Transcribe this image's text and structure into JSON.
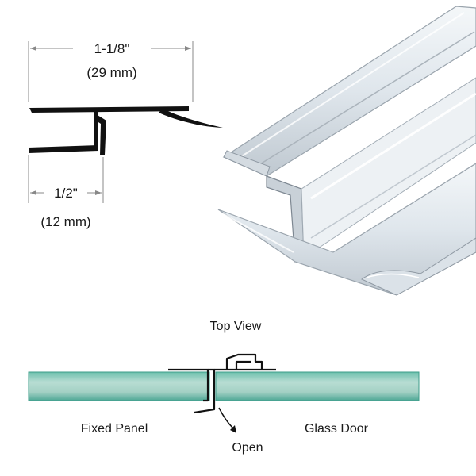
{
  "dimensions": {
    "width_imperial": "1-1/8\"",
    "width_metric": "(29 mm)",
    "depth_imperial": "1/2\"",
    "depth_metric": "(12 mm)"
  },
  "top_view": {
    "title": "Top View",
    "left_label": "Fixed Panel",
    "right_label": "Glass Door",
    "arrow_label": "Open"
  },
  "colors": {
    "glass_face": "#a9d3c7",
    "glass_edge": "#3e9c8a",
    "profile_stroke": "#111111",
    "product_highlight": "#e9eef2",
    "product_shadow": "#8f99a3"
  }
}
